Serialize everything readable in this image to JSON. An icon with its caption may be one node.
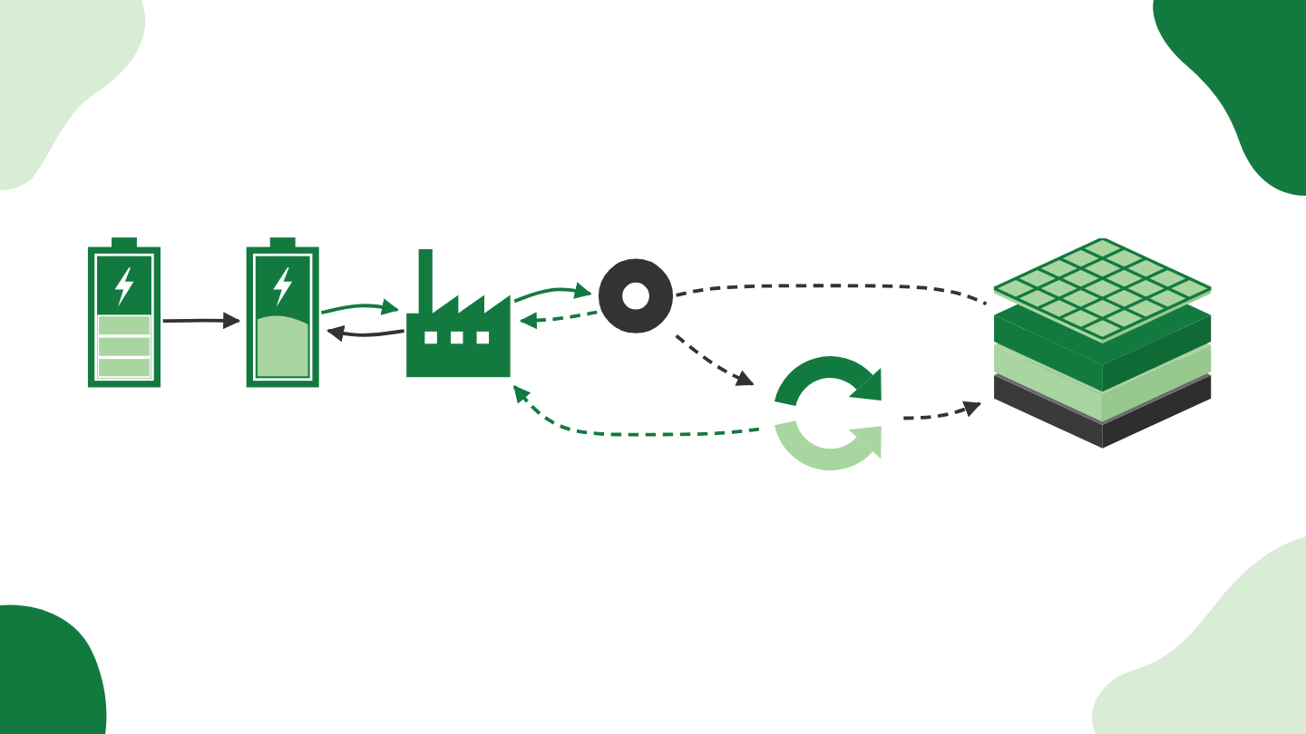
{
  "diagram": {
    "nodes": [
      {
        "text": [],
        "shape": "picture"
      },
      {
        "text": [],
        "shape": "picture"
      },
      {
        "text": [],
        "shape": "picture"
      },
      {
        "text": [],
        "shape": "picture"
      },
      {
        "text": [],
        "shape": "picture"
      },
      {
        "text": [],
        "shape": "picture"
      }
    ],
    "edges": [
      {
        "from": 0,
        "to": 1,
        "arrow": "to"
      },
      {
        "from": 1,
        "to": 2,
        "arrow": "to",
        "color": "#137a3f"
      },
      {
        "from": 2,
        "to": 1,
        "arrow": "to"
      },
      {
        "from": 2,
        "to": 3,
        "arrow": "to",
        "color": "#137a3f"
      },
      {
        "from": 3,
        "to": 2,
        "arrow": "to",
        "style": "dashed",
        "color": "#137a3f"
      },
      {
        "from": 3,
        "to": 4,
        "arrow": "to",
        "style": "dashed"
      },
      {
        "from": 3,
        "to": 5,
        "arrow": "none",
        "style": "dashed"
      },
      {
        "from": 4,
        "to": 5,
        "arrow": "to",
        "style": "dashed"
      },
      {
        "from": 4,
        "to": 2,
        "arrow": "to",
        "style": "dashed",
        "color": "#137a3f"
      }
    ]
  }
}
